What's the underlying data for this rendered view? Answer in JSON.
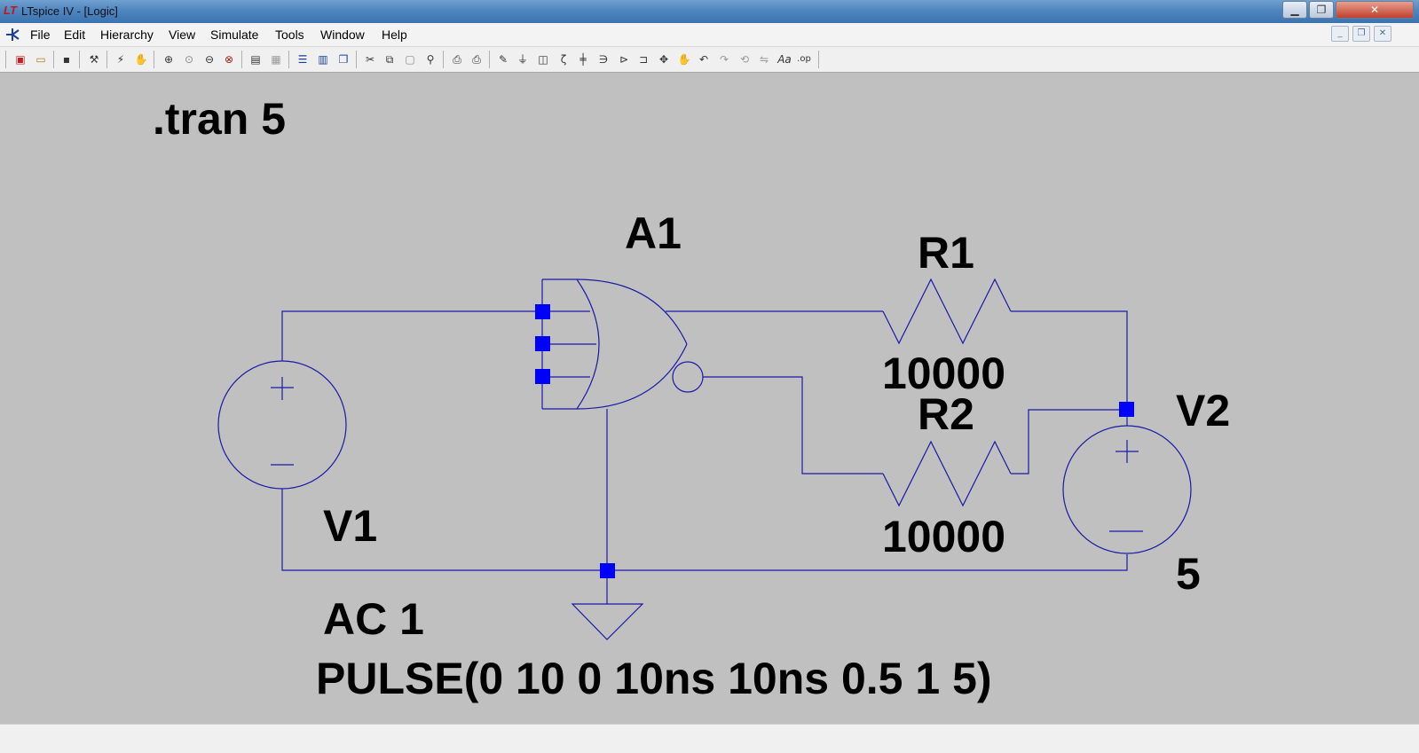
{
  "window": {
    "title": "LTspice IV - [Logic]",
    "app_icon": "LT"
  },
  "menu": [
    "File",
    "Edit",
    "Hierarchy",
    "View",
    "Simulate",
    "Tools",
    "Window",
    "Help"
  ],
  "schematic": {
    "directive": ".tran 5",
    "v1_name": "V1",
    "v1_ac": "AC 1",
    "v1_pulse": "PULSE(0 10 0 10ns 10ns 0.5 1 5)",
    "a1_name": "A1",
    "r1_name": "R1",
    "r1_value": "10000",
    "r2_name": "R2",
    "r2_value": "10000",
    "v2_name": "V2",
    "v2_value": "5"
  },
  "colors": {
    "wire": "#1a1aa6",
    "node": "#0000ff",
    "background": "#c0c0c0"
  }
}
